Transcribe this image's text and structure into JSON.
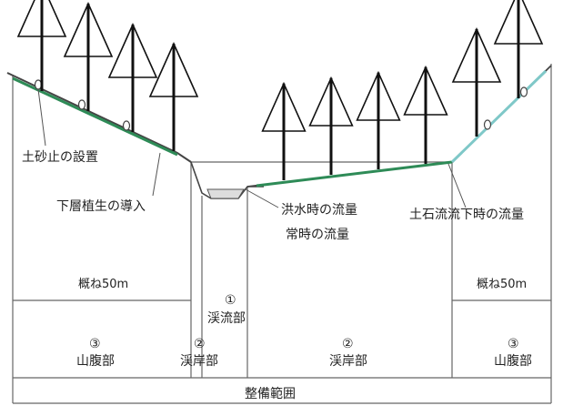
{
  "labels": {
    "sediment_barrier": "土砂止の設置",
    "understory": "下層植生の導入",
    "flood_flow": "洪水時の流量",
    "normal_flow": "常時の流量",
    "debris_flow": "土石流流下時の流量",
    "approx_left": "概ね50m",
    "approx_right": "概ね50m",
    "stream_num": "①",
    "stream": "渓流部",
    "bank_left_num": "②",
    "bank_left": "渓岸部",
    "bank_right_num": "②",
    "bank_right": "渓岸部",
    "hillside_left_num": "③",
    "hillside_left": "山腹部",
    "hillside_right_num": "③",
    "hillside_right": "山腹部",
    "maintenance_range": "整備範囲"
  },
  "colors": {
    "line": "#555555",
    "ground_green": "#2e8b57",
    "ground_cyan": "#7fc8c8",
    "tree": "#111111",
    "text": "#222222"
  }
}
